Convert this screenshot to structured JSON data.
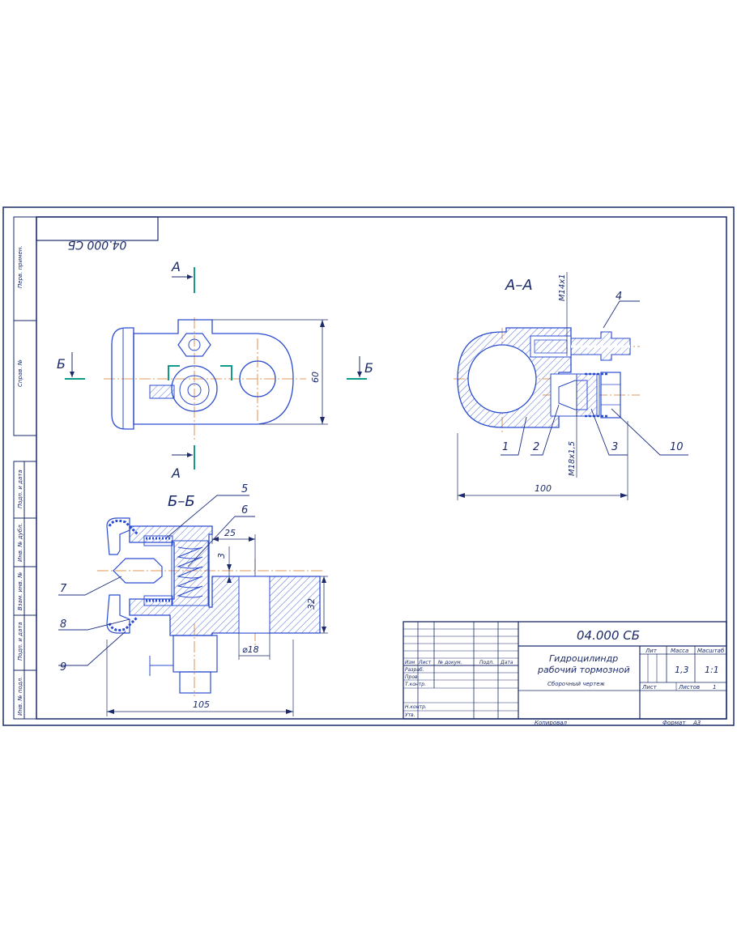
{
  "sheet": {
    "doc_code": "04.000 СБ",
    "doc_code_mirrored": "04.000 СБ"
  },
  "side_strip": {
    "labels": [
      "Перв. примен.",
      "Справ. №",
      "Подп. и дата",
      "Инв. № дубл.",
      "Взам. инв. №",
      "Подп. и дата",
      "Инв. № подл."
    ]
  },
  "views": {
    "section_a_label": "А",
    "section_b_label": "Б",
    "section_aa_title": "А–А",
    "section_bb_title": "Б–Б"
  },
  "dimensions": {
    "height_60": "60",
    "length_100": "100",
    "length_105": "105",
    "depth_25": "25",
    "gap_3": "3",
    "height_32": "32",
    "diameter_18": "⌀18",
    "thread_m14": "М14x1",
    "thread_m18": "М18x1,5"
  },
  "callouts": [
    "1",
    "2",
    "3",
    "4",
    "5",
    "6",
    "7",
    "8",
    "9",
    "10"
  ],
  "title_block": {
    "doc_code": "04.000 СБ",
    "name_line1": "Гидроцилиндр",
    "name_line2": "рабочий тормозной",
    "doc_type": "Сборочный чертеж",
    "col_lit": "Лит",
    "col_mass": "Масса",
    "col_scale": "Масштаб",
    "mass": "1,3",
    "scale": "1:1",
    "sheet_label": "Лист",
    "sheets_label": "Листов",
    "sheets_value": "1",
    "header_cols": [
      "Изм",
      "Лист",
      "№ докум.",
      "Подп.",
      "Дата"
    ],
    "roles": [
      "Разраб.",
      "Пров.",
      "Т.контр.",
      "",
      "Н.контр.",
      "Утв."
    ],
    "copied": "Копировал",
    "format_label": "Формат",
    "format_value": "А3"
  },
  "colors": {
    "frame": "#1a2a6a",
    "outline": "#2a4ccf",
    "axis": "#d8772a",
    "leader": "#1f2f80",
    "section_mark": "#0f9a8a",
    "seal": "#000000"
  }
}
